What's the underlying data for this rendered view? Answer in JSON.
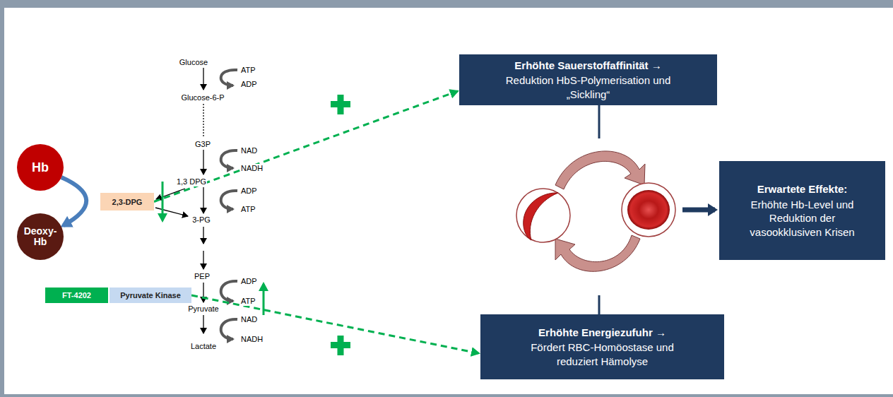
{
  "diagram": {
    "nodes": [
      {
        "text": [
          "Hb"
        ]
      },
      {
        "text": [
          "2,3-DPG"
        ]
      },
      {
        "text": [
          "Deoxy-Hb"
        ]
      },
      {
        "text": [
          "FT-4202"
        ]
      },
      {
        "text": [
          "Pyruvate Kinase"
        ]
      },
      {
        "text": [
          "Erhöhte Sauerstoffaffinität →",
          "Reduktion HbS-Polymerisation und „Sickling“"
        ]
      },
      {
        "text": [
          "Erwartete Effekte:",
          "Erhöhte Hb-Level und Reduktion der vasookklusiven Krisen"
        ]
      },
      {
        "text": [
          "Erhöhte Energiezufuhr →",
          "Fördert RBC-Homöostase und reduziert Hämolyse"
        ]
      }
    ],
    "edges": [
      {
        "from": 0,
        "to": 2,
        "arrow": "to"
      },
      {
        "from": 1,
        "to": 5,
        "arrow": "to"
      },
      {
        "from": 4,
        "to": 7,
        "arrow": "to"
      }
    ],
    "labels": [
      "Glucose",
      "ATP",
      "ADP",
      "Glucose-6-P",
      "G3P",
      "NAD",
      "NADH",
      "1,3 DPG",
      "ADP",
      "ATP",
      "3-PG",
      "PEP",
      "ADP",
      "ATP",
      "Pyruvate",
      "NAD",
      "NADH",
      "Lactate"
    ]
  }
}
